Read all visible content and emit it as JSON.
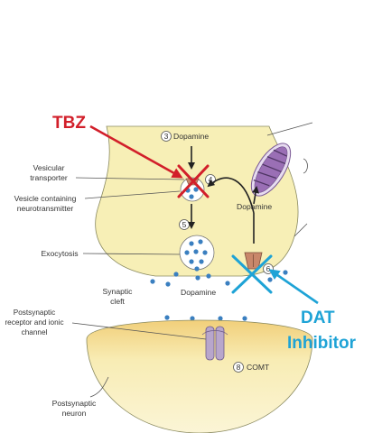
{
  "labels": {
    "tbz": "TBZ",
    "step3": "Dopamine",
    "vesicular_transporter_1": "Vesicular",
    "vesicular_transporter_2": "transporter",
    "vesicle_containing_1": "Vesicle containing",
    "vesicle_containing_2": "neurotransmitter",
    "dopamine_reuptake": "Dopamine",
    "exocytosis": "Exocytosis",
    "synaptic_cleft_1": "Synaptic",
    "synaptic_cleft_2": "cleft",
    "dopamine_cleft": "Dopamine",
    "receptor_1": "Postsynaptic",
    "receptor_2": "receptor and ionic",
    "receptor_3": "channel",
    "comt": "COMT",
    "dat_1": "DAT",
    "dat_2": "Inhibitor",
    "post_neuron_1": "Postsynaptic",
    "post_neuron_2": "neuron"
  },
  "steps": {
    "s3": "3",
    "s4": "4",
    "s5": "5",
    "s6": "6",
    "s8": "8"
  },
  "colors": {
    "neuron_fill": "#f7efb6",
    "neuron_stroke": "#8a8a60",
    "vesicle_dot": "#3a7fc0",
    "mitochondrion": "#9a6fb5",
    "channel": "#b8a6cc",
    "tbz_red": "#d21f2a",
    "dat_blue": "#1ea3d6",
    "transporter": "#c9876a"
  }
}
